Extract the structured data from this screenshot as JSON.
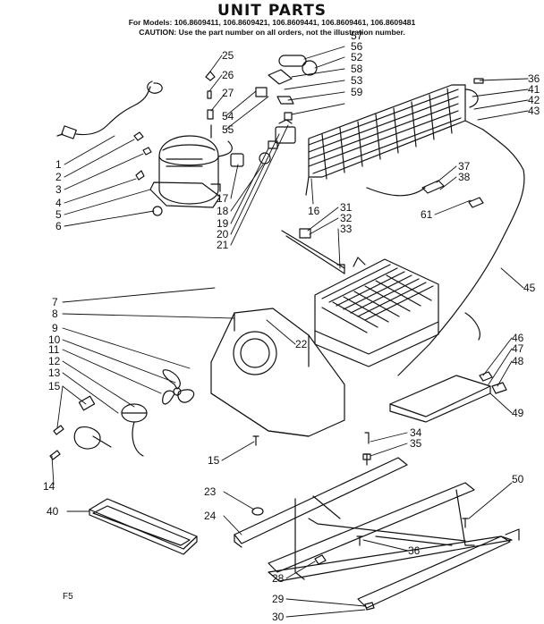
{
  "title": "UNIT PARTS",
  "models_line": "For Models: 106.8609411, 106.8609421, 106.8609441, 106.8609461, 106.8609481",
  "caution_line": "CAUTION: Use the part number on all orders, not the illustration number.",
  "footer_code": "F5",
  "callouts": [
    "1",
    "2",
    "3",
    "4",
    "5",
    "6",
    "7",
    "8",
    "9",
    "10",
    "11",
    "12",
    "13",
    "14",
    "15",
    "15",
    "16",
    "17",
    "18",
    "19",
    "20",
    "21",
    "22",
    "23",
    "24",
    "25",
    "26",
    "27",
    "28",
    "29",
    "30",
    "31",
    "32",
    "33",
    "34",
    "35",
    "36",
    "36",
    "37",
    "38",
    "40",
    "41",
    "42",
    "43",
    "45",
    "46",
    "47",
    "48",
    "49",
    "50",
    "52",
    "53",
    "54",
    "55",
    "56",
    "57",
    "58",
    "59",
    "61"
  ]
}
